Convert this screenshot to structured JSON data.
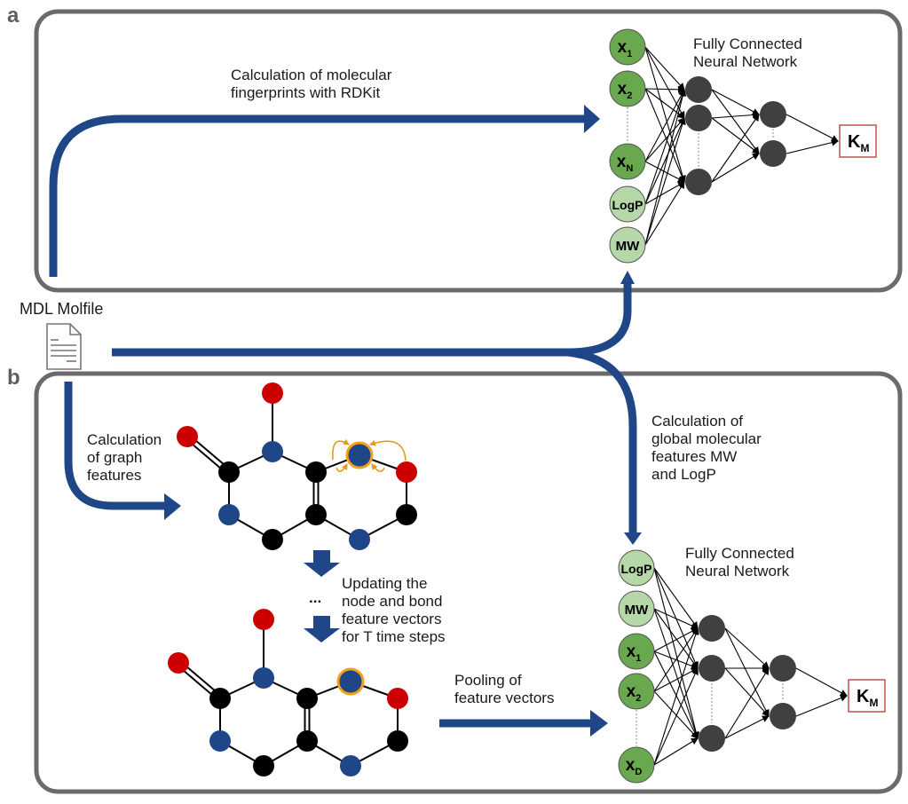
{
  "panels": {
    "a": {
      "letter": "a"
    },
    "b": {
      "letter": "b"
    }
  },
  "input_file": {
    "label": "MDL Molfile",
    "icon": "document-icon"
  },
  "panel_a": {
    "arrow_caption": "Calculation of molecular\nfingerprints with RDKit",
    "network_title": "Fully Connected\nNeural Network",
    "input_nodes": [
      {
        "main": "x",
        "sub": "1",
        "kind": "fingerprint"
      },
      {
        "main": "x",
        "sub": "2",
        "kind": "fingerprint"
      },
      {
        "main": "x",
        "sub": "N",
        "kind": "fingerprint"
      },
      {
        "main": "LogP",
        "sub": "",
        "kind": "global"
      },
      {
        "main": "MW",
        "sub": "",
        "kind": "global"
      }
    ],
    "hidden_layers": [
      3,
      2
    ],
    "output": {
      "main": "K",
      "sub": "M"
    }
  },
  "panel_b": {
    "graph_caption": "Calculation\nof graph\nfeatures",
    "update_caption": "Updating the\nnode and bond\nfeature vectors\nfor T time steps",
    "ellipsis": "...",
    "pooling_caption": "Pooling of\nfeature vectors",
    "global_caption": "Calculation of\nglobal molecular\nfeatures MW\nand LogP",
    "network_title": "Fully Connected\nNeural Network",
    "input_nodes": [
      {
        "main": "LogP",
        "sub": "",
        "kind": "global"
      },
      {
        "main": "MW",
        "sub": "",
        "kind": "global"
      },
      {
        "main": "x",
        "sub": "1",
        "kind": "fingerprint"
      },
      {
        "main": "x",
        "sub": "2",
        "kind": "fingerprint"
      },
      {
        "main": "x",
        "sub": "D",
        "kind": "fingerprint"
      }
    ],
    "hidden_layers": [
      3,
      2
    ],
    "output": {
      "main": "K",
      "sub": "M"
    }
  },
  "colors": {
    "arrow": "#1f4788",
    "panel_border": "#6b6b6b",
    "fingerprint_node": "#6aa84f",
    "global_node": "#b6d7a8",
    "hidden_node": "#404040",
    "output_border": "#c0504d",
    "atom_carbon": "#000000",
    "atom_nitrogen": "#1f4788",
    "atom_oxygen": "#cc0000",
    "highlight": "#f4a11a"
  }
}
